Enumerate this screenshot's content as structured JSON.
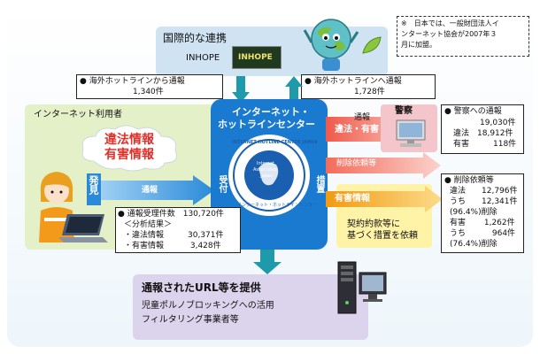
{
  "note": {
    "line1": "※　日本では、一般財団法人イ",
    "line2": "ンターネット協会が2007年３",
    "line3": "月に加盟。"
  },
  "international": {
    "title": "国際的な連携",
    "org": "INHOPE",
    "logo_text": "INHOPE"
  },
  "overseas_from": {
    "title": "● 海外ホットラインから通報",
    "value": "1,340件"
  },
  "overseas_to": {
    "title": "● 海外ホットラインへ通報",
    "value": "1,728件"
  },
  "users": {
    "title": "インターネット利用者",
    "cloud_line1": "違法情報",
    "cloud_line2": "有害情報",
    "discover": "発見",
    "report": "通報"
  },
  "center": {
    "title_line1": "インターネット・",
    "title_line2": "ホットラインセンター",
    "seal_arc": "INTERNET HOTLINE CENTER JAPAN",
    "seal_mid1": "Internet",
    "seal_mid2": "Association",
    "seal_mid3": "Japan",
    "seal_year": "2006",
    "seal_bottom": "インターネット・ホットラインセンター",
    "receive": "受付",
    "measures": "措置"
  },
  "reports_summary": {
    "title": "● 通報受理件数　130,720件",
    "sub": "＜分析結果＞",
    "illegal": "・違法情報　　　30,371件",
    "harmful": "・有害情報　　　 3,428件"
  },
  "police": {
    "label": "警察",
    "flow_top": "通報",
    "flow_mid": "違法・有害",
    "box_title": "● 警察への通報",
    "total": "19,030件",
    "illegal": "違法　18,912件",
    "harmful": "有害　　　118件"
  },
  "deletion": {
    "flow_label": "削除依頼等",
    "box_title": "● 削除依頼等",
    "illegal": "違法　　12,796件",
    "illegal_deleted": "うち　　12,341件",
    "illegal_pct": "(96.4%)削除",
    "harmful": "有害　　 1,262件",
    "harmful_deleted": "うち　　　 964件",
    "harmful_pct": "(76.4%)削除"
  },
  "harmful_flow": {
    "label": "有害情報",
    "contract_line1": "契約約款等に",
    "contract_line2": "基づく措置を依頼"
  },
  "provide": {
    "title": "通報されたURL等を提供",
    "line1": "児童ポルノブロッキングへの活用",
    "line2": "フィルタリング事業者等"
  },
  "colors": {
    "teal_arrow": "#1f9aaa",
    "blue_arrow": "#2a8ad8",
    "red_band": "#e83a2a",
    "orange_band": "#f5a31a",
    "center_blue": "#1a7ad0",
    "police_pink": "#f4c6cc",
    "green_area": "#e3f0c8",
    "sky_box": "#cfe3f3",
    "lavender": "#dcd3ec",
    "yellow_box": "#fff3a8"
  }
}
